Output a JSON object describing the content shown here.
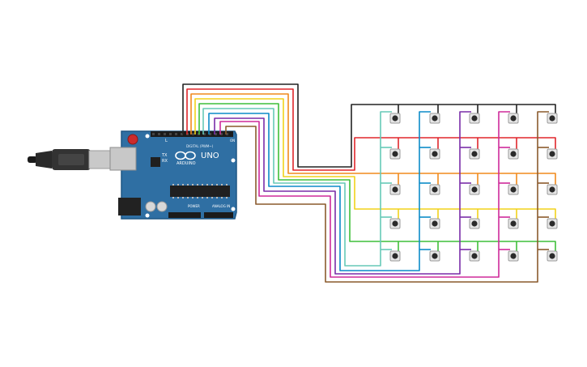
{
  "board": {
    "brand": "ARDUINO",
    "model": "UNO",
    "digital_header": "DIGITAL (PWM~)",
    "power_label": "POWER",
    "analog_label": "ANALOG IN",
    "tx_label": "TX",
    "rx_label": "RX",
    "l_label": "L",
    "on_label": "ON"
  },
  "usb_cable": {
    "name": "USB cable"
  },
  "keypad": {
    "rows": 5,
    "cols": 5
  },
  "colors": {
    "board_blue": "#2f6fa3",
    "board_edge": "#1f5784",
    "wire_black": "#222222",
    "wire_red": "#e0262b",
    "wire_orange": "#f18a1d",
    "wire_yellow": "#f2d21a",
    "wire_green": "#3fbf3a",
    "wire_teal": "#66c9b7",
    "wire_blue": "#0c8cc8",
    "wire_purple": "#7a2da8",
    "wire_magenta": "#cf2a9a",
    "wire_brown": "#8a5a2c"
  }
}
